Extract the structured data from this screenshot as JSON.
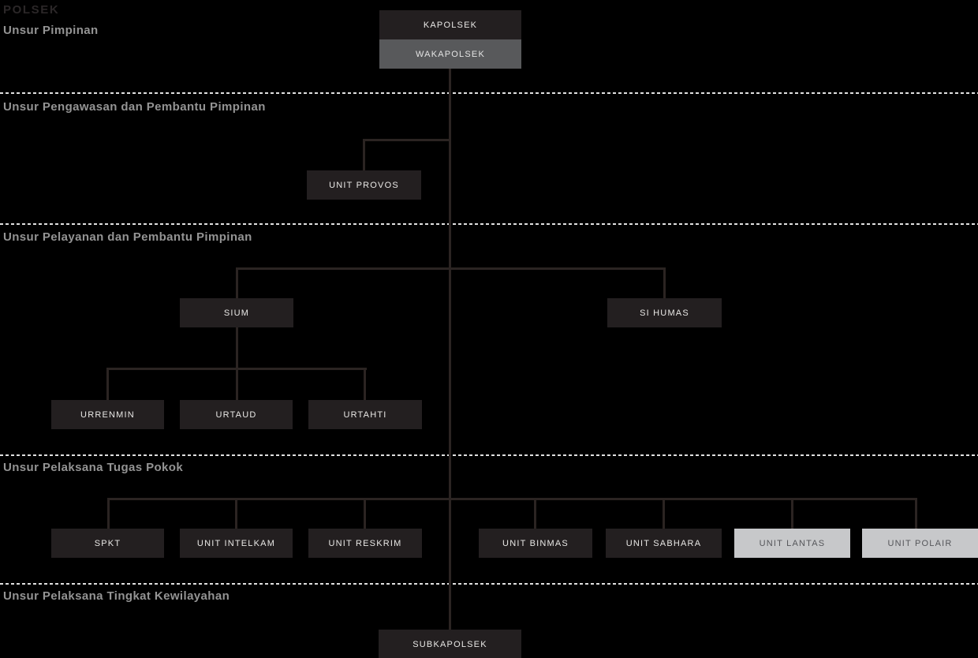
{
  "title": "POLSEK",
  "sections": {
    "pimpinan": {
      "label": "Unsur Pimpinan"
    },
    "pengawasan": {
      "label": "Unsur Pengawasan dan Pembantu Pimpinan"
    },
    "pelayanan": {
      "label": "Unsur Pelayanan dan Pembantu Pimpinan"
    },
    "tugas_pokok": {
      "label": "Unsur Pelaksana Tugas Pokok"
    },
    "kewilayahan": {
      "label": "Unsur Pelaksana Tingkat Kewilayahan"
    }
  },
  "nodes": {
    "kapolsek": {
      "label": "KAPOLSEK",
      "variant": "dark",
      "section": "Unsur Pimpinan"
    },
    "wakapolsek": {
      "label": "WAKAPOLSEK",
      "variant": "gray",
      "section": "Unsur Pimpinan"
    },
    "unit_provos": {
      "label": "UNIT PROVOS",
      "variant": "dark",
      "section": "Unsur Pengawasan dan Pembantu Pimpinan"
    },
    "sium": {
      "label": "SIUM",
      "variant": "dark",
      "section": "Unsur Pelayanan dan Pembantu Pimpinan"
    },
    "si_humas": {
      "label": "SI HUMAS",
      "variant": "dark",
      "section": "Unsur Pelayanan dan Pembantu Pimpinan"
    },
    "urrenmin": {
      "label": "URRENMIN",
      "variant": "dark",
      "section": "Unsur Pelayanan dan Pembantu Pimpinan"
    },
    "urtaud": {
      "label": "URTAUD",
      "variant": "dark",
      "section": "Unsur Pelayanan dan Pembantu Pimpinan"
    },
    "urtahti": {
      "label": "URTAHTI",
      "variant": "dark",
      "section": "Unsur Pelayanan dan Pembantu Pimpinan"
    },
    "spkt": {
      "label": "SPKT",
      "variant": "dark",
      "section": "Unsur Pelaksana Tugas Pokok"
    },
    "unit_intelkam": {
      "label": "UNIT INTELKAM",
      "variant": "dark",
      "section": "Unsur Pelaksana Tugas Pokok"
    },
    "unit_reskrim": {
      "label": "UNIT RESKRIM",
      "variant": "dark",
      "section": "Unsur Pelaksana Tugas Pokok"
    },
    "unit_binmas": {
      "label": "UNIT BINMAS",
      "variant": "dark",
      "section": "Unsur Pelaksana Tugas Pokok"
    },
    "unit_sabhara": {
      "label": "UNIT SABHARA",
      "variant": "dark",
      "section": "Unsur Pelaksana Tugas Pokok"
    },
    "unit_lantas": {
      "label": "UNIT LANTAS",
      "variant": "light",
      "section": "Unsur Pelaksana Tugas Pokok"
    },
    "unit_polair": {
      "label": "UNIT POLAIR",
      "variant": "light",
      "section": "Unsur Pelaksana Tugas Pokok"
    },
    "subkapolsek": {
      "label": "SUBKAPOLSEK",
      "variant": "dark",
      "section": "Unsur Pelaksana Tingkat Kewilayahan"
    }
  },
  "hierarchy": {
    "KAPOLSEK": [
      "WAKAPOLSEK"
    ],
    "WAKAPOLSEK": [
      "UNIT PROVOS",
      "SIUM",
      "SI HUMAS",
      "SPKT",
      "UNIT INTELKAM",
      "UNIT RESKRIM",
      "UNIT BINMAS",
      "UNIT SABHARA",
      "UNIT LANTAS",
      "UNIT POLAIR",
      "SUBKAPOLSEK"
    ],
    "SIUM": [
      "URRENMIN",
      "URTAUD",
      "URTAHTI"
    ]
  },
  "colors": {
    "background": "#000000",
    "box_dark": "#231f20",
    "box_gray": "#58595b",
    "box_light": "#c7c8ca",
    "box_text_light": "#e9e8e6",
    "box_text_dark": "#55565a",
    "connector_line": "#2b2422",
    "divider_dash": "#e0e0e0",
    "section_heading": "#949494",
    "title_text": "#2b2728"
  }
}
